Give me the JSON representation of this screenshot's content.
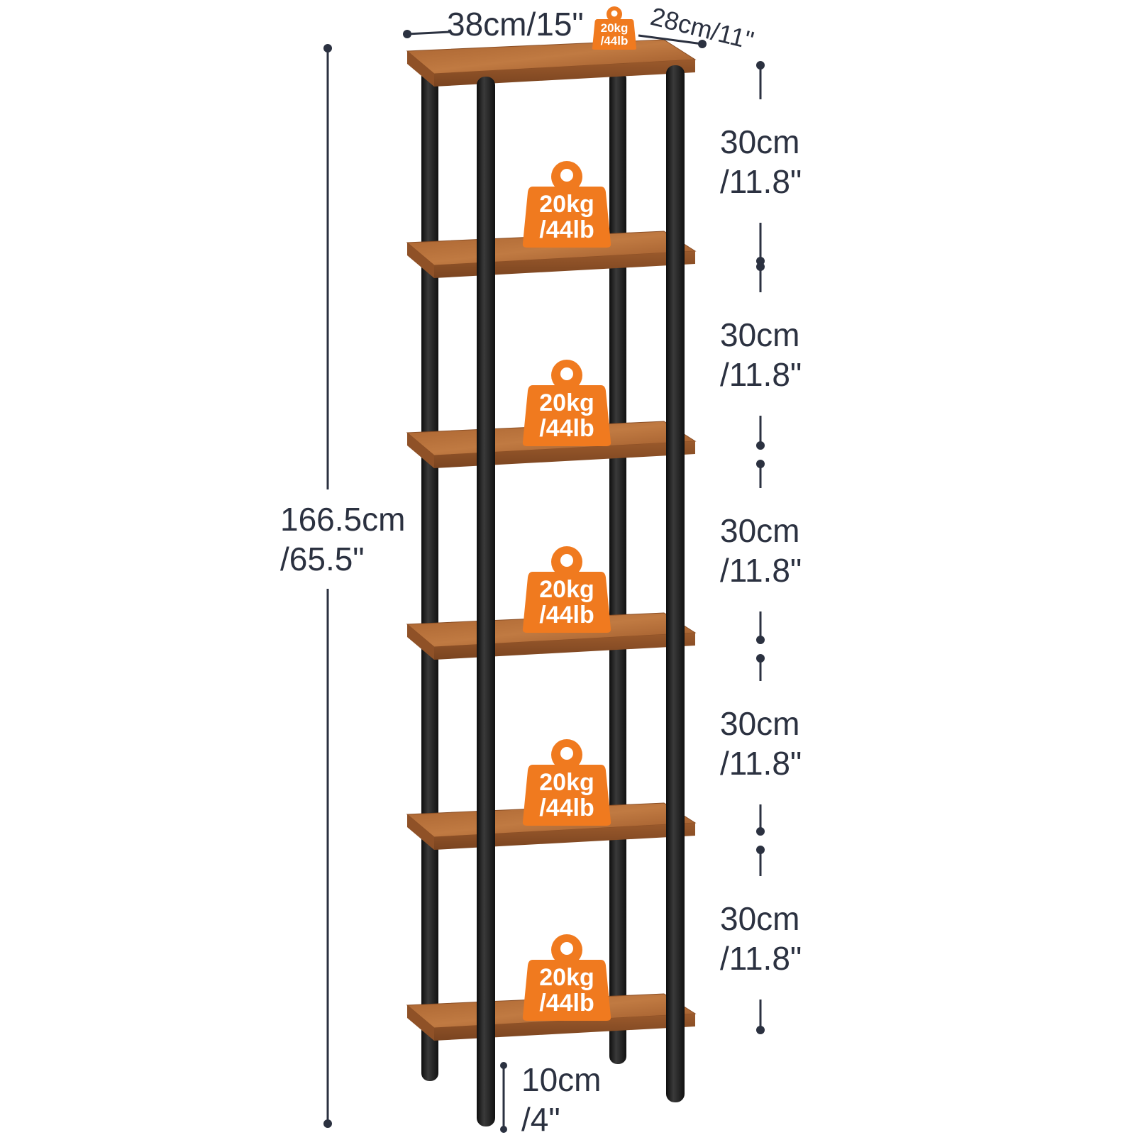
{
  "colors": {
    "dimension_line": "#2b3140",
    "leg": "#1c1c1c",
    "shelf_top": "#b06a35",
    "shelf_edge": "#8a4e25",
    "weight_badge": "#f07a1f",
    "weight_text": "#ffffff"
  },
  "icons": {
    "weight": "kettlebell-weight-icon"
  },
  "dimensions": {
    "width": "38cm/15\"",
    "depth": "28cm/11\"",
    "total_height": [
      "166.5cm",
      "/65.5\""
    ],
    "tier_gap": [
      [
        "30cm",
        "/11.8\""
      ],
      [
        "30cm",
        "/11.8\""
      ],
      [
        "30cm",
        "/11.8\""
      ],
      [
        "30cm",
        "/11.8\""
      ],
      [
        "30cm",
        "/11.8\""
      ]
    ],
    "leg_clearance": [
      "10cm",
      "/4\""
    ]
  },
  "shelves": [
    {
      "load": [
        "20kg",
        "/44lb"
      ]
    },
    {
      "load": [
        "20kg",
        "/44lb"
      ]
    },
    {
      "load": [
        "20kg",
        "/44lb"
      ]
    },
    {
      "load": [
        "20kg",
        "/44lb"
      ]
    },
    {
      "load": [
        "20kg",
        "/44lb"
      ]
    },
    {
      "load": [
        "20kg",
        "/44lb"
      ]
    }
  ]
}
